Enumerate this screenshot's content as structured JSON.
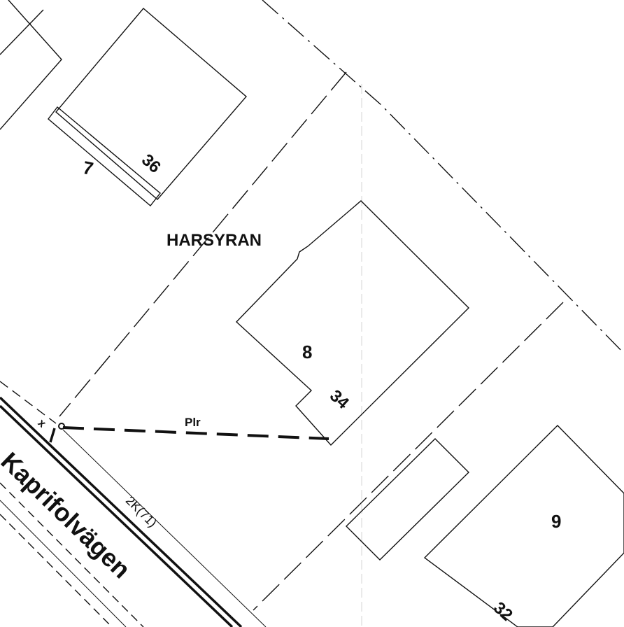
{
  "map": {
    "block_name": "HARSYRAN",
    "street_name": "Kaprifolvägen",
    "parcels": [
      {
        "number": "7",
        "address": "36"
      },
      {
        "number": "8",
        "address": "34"
      },
      {
        "number": "9",
        "address": "32"
      }
    ],
    "plr_label": "Plr",
    "road_code": "2K(71)",
    "point_mark": "x"
  },
  "colors": {
    "ink": "#111111",
    "paper": "#ffffff"
  }
}
